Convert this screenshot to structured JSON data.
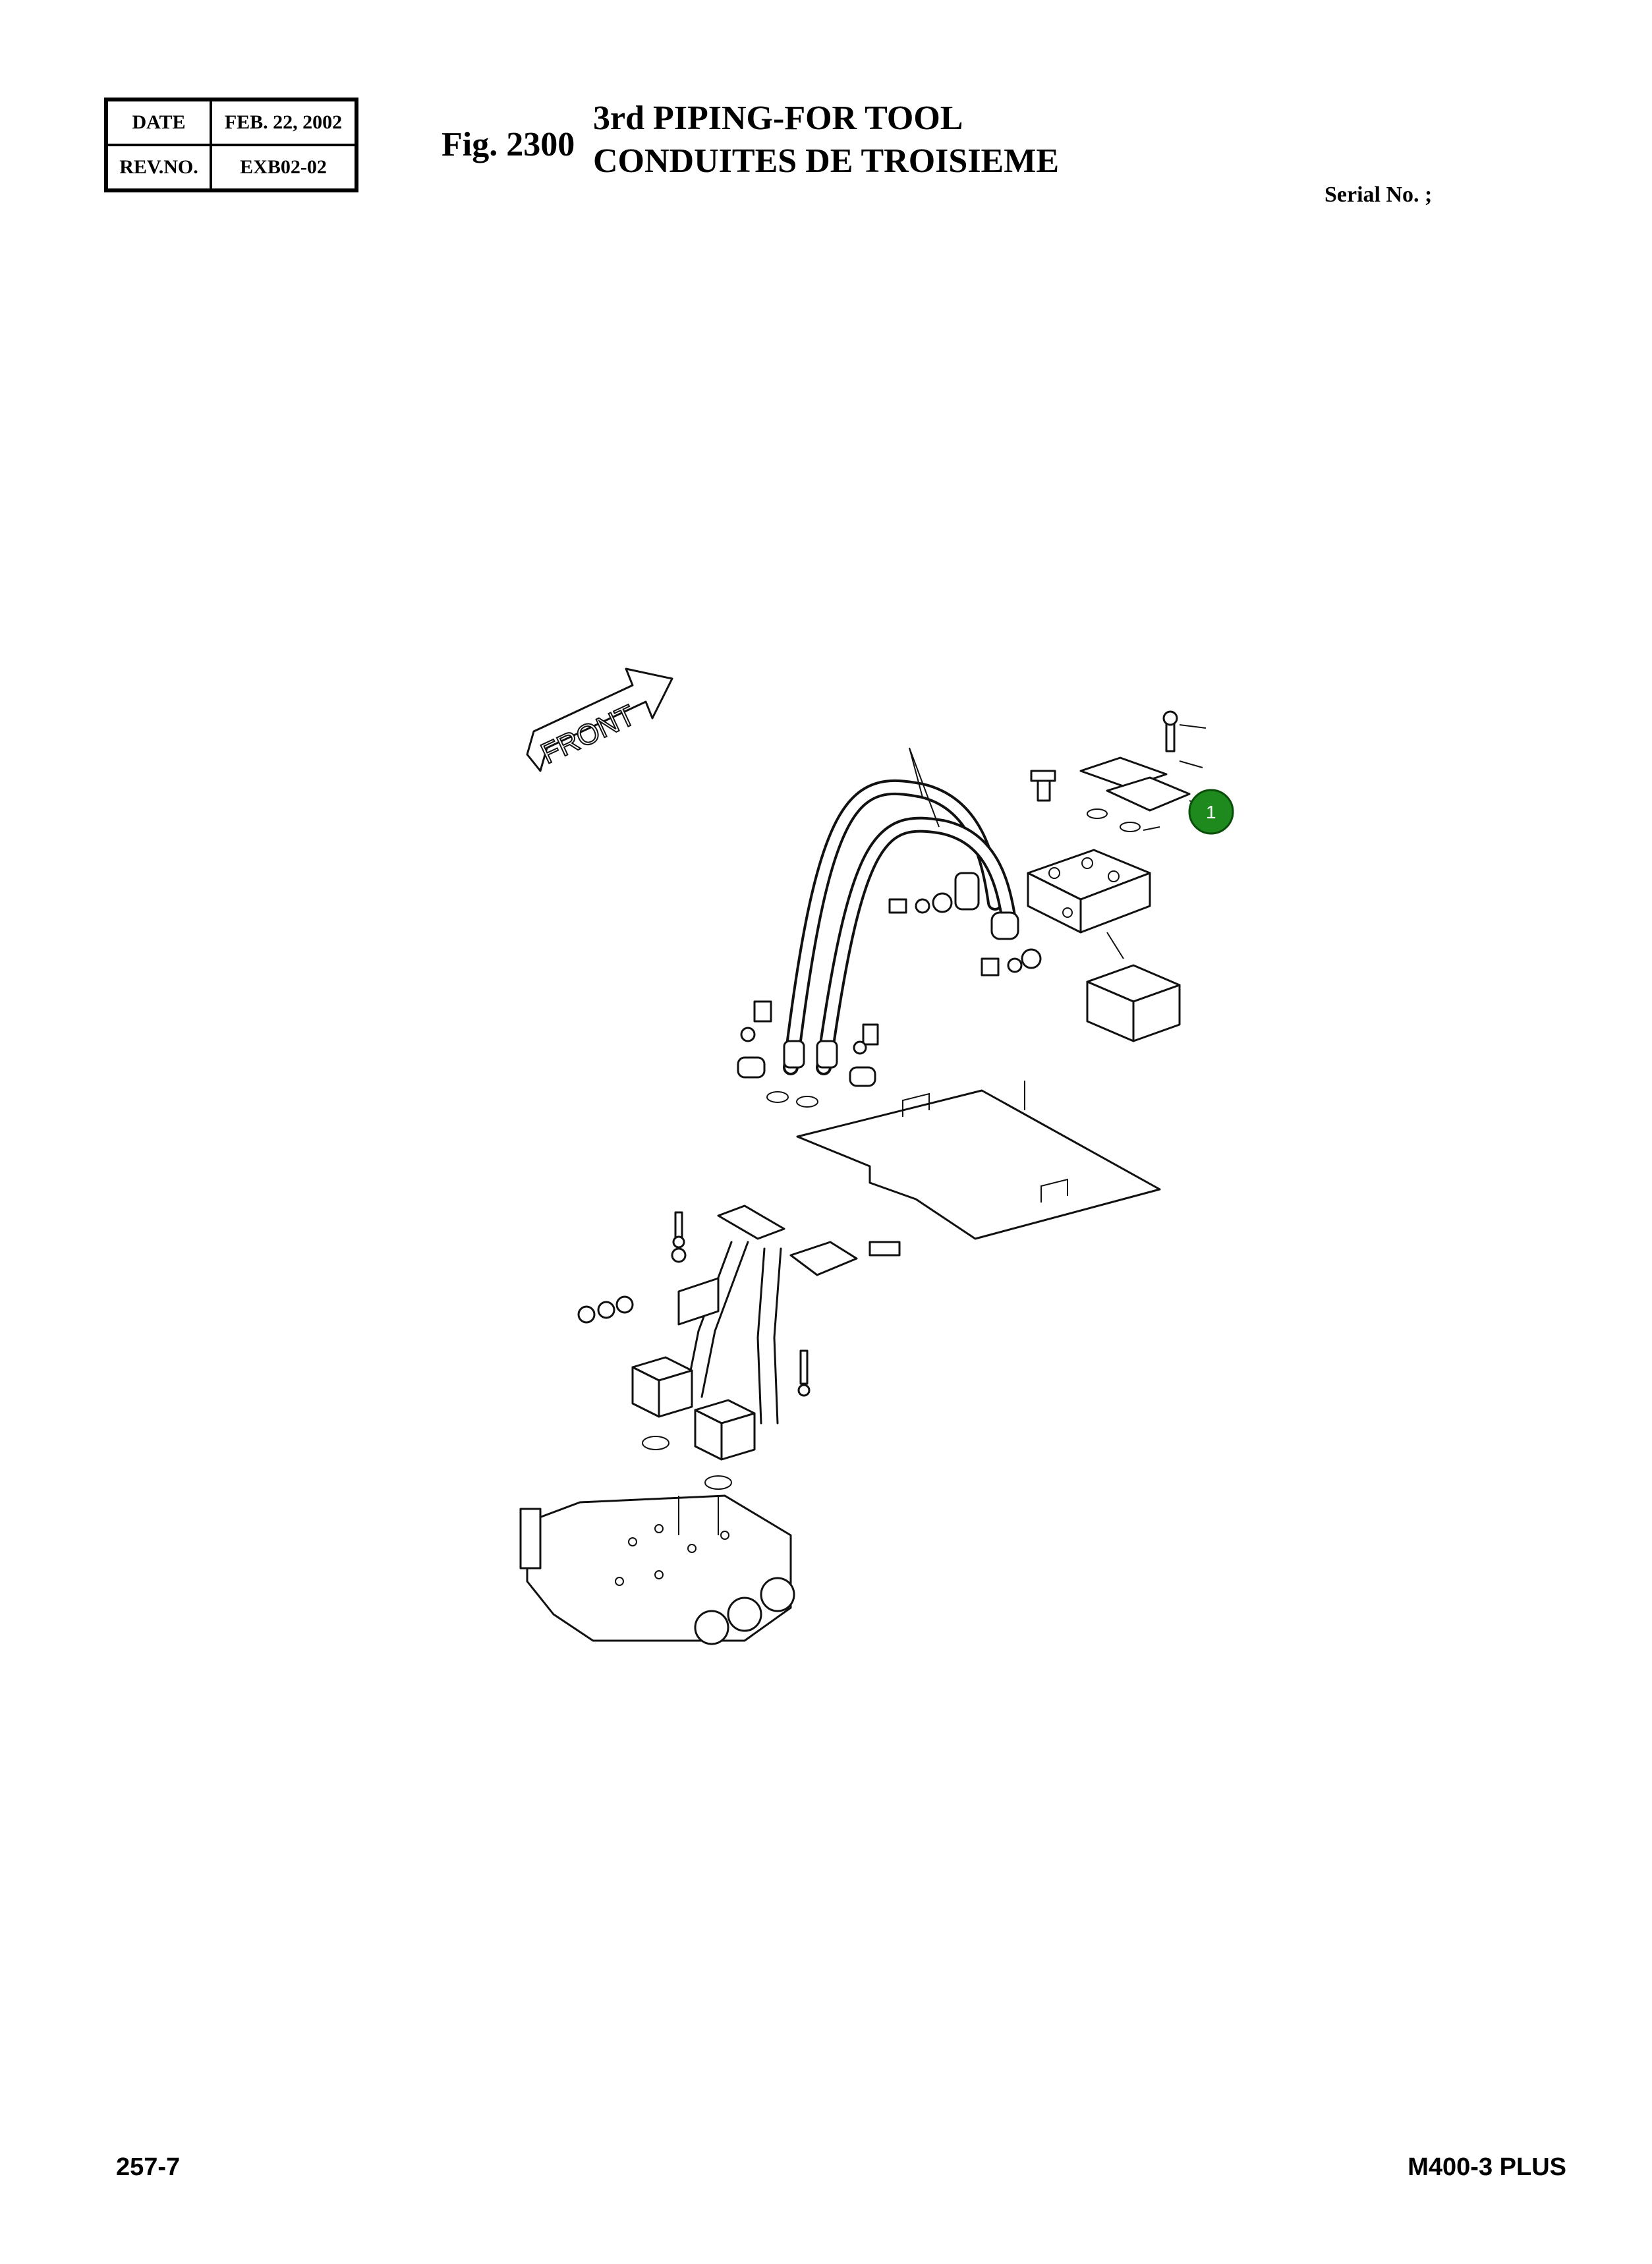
{
  "header": {
    "date_label": "DATE",
    "date_value": "FEB. 22, 2002",
    "rev_label": "REV.NO.",
    "rev_value": "EXB02-02",
    "fig_number": "Fig. 2300",
    "title_en": "3rd PIPING-FOR TOOL",
    "title_fr": "CONDUITES DE TROISIEME",
    "serial_label": "Serial No. ;"
  },
  "diagram": {
    "front_label": "FRONT",
    "callout_number": "1",
    "callout_color": "#1e8a1e"
  },
  "footer": {
    "page_number": "257-7",
    "model": "M400-3 PLUS"
  }
}
